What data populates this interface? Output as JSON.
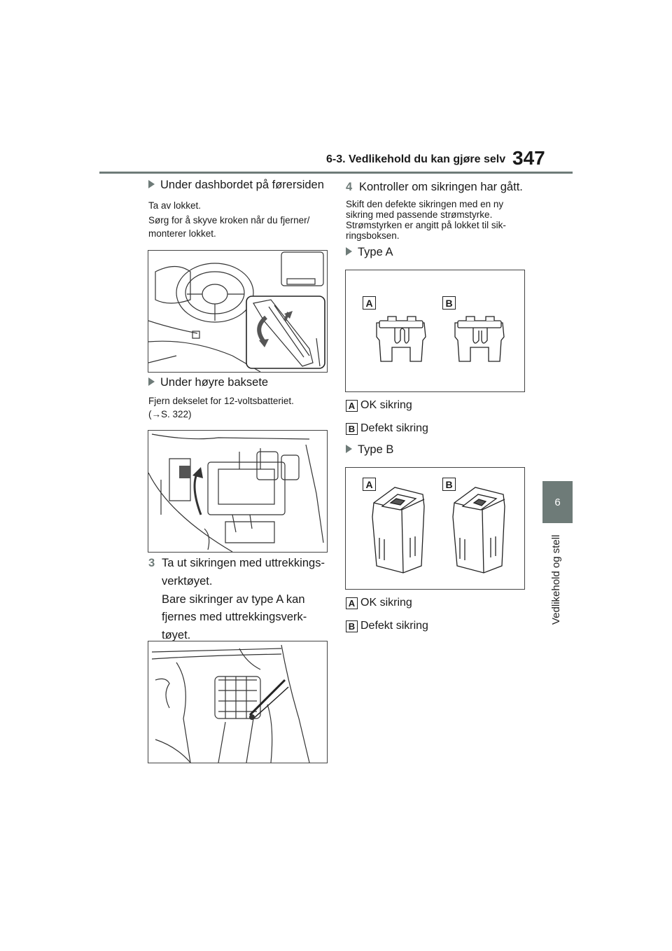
{
  "header": {
    "section": "6-3. Vedlikehold du kan gjøre selv",
    "page_number": "347"
  },
  "side_tab": {
    "number": "6",
    "label": "Vedlikehold og stell"
  },
  "left": {
    "h1": "Under dashbordet på førersiden",
    "p1": "Ta av lokket.",
    "p2a": "Sørg for å skyve kroken når du fjerner/",
    "p2b": "monterer lokket.",
    "h2": "Under høyre baksete",
    "p3a": "Fjern dekselet for 12-voltsbatteriet.",
    "p3b": "(→S. 322)",
    "step3_num": "3",
    "step3_l1": "Ta ut sikringen med uttrekkings-",
    "step3_l2": "verktøyet.",
    "step3_l3": "Bare sikringer av type A kan",
    "step3_l4": "fjernes med uttrekkingsverk-",
    "step3_l5": "tøyet."
  },
  "right": {
    "step4_num": "4",
    "step4": "Kontroller om sikringen har gått.",
    "p1a": "Skift den defekte sikringen med en ny",
    "p1b": "sikring med passende strømstyrke.",
    "p1c": "Strømstyrken er angitt på lokket til sik-",
    "p1d": "ringsboksen.",
    "typeA": "Type A",
    "typeB": "Type B",
    "letter_a": "A",
    "letter_b": "B",
    "ok": "OK sikring",
    "defekt": "Defekt sikring"
  },
  "colors": {
    "accent": "#6e7b78",
    "text": "#1a1a1a",
    "border": "#444444"
  }
}
